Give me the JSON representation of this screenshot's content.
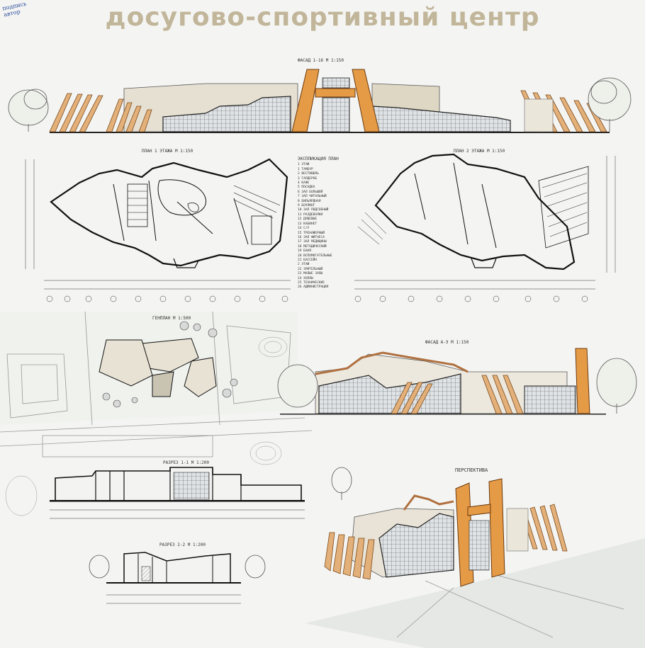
{
  "title": "досугово-спортивный центр",
  "labels": {
    "facade_1": "ФАСАД 1-16 М 1:150",
    "plan_1": "ПЛАН 1 ЭТАЖА М 1:150",
    "plan_2": "ПЛАН 2 ЭТАЖА М 1:150",
    "legend_title": "ЭКСПЛИКАЦИЯ ПЛАН",
    "genplan": "ГЕНПЛАН М 1:500",
    "facade_2": "ФАСАД А-Э М 1:150",
    "section_1": "РАЗРЕЗ 1-1 М 1:200",
    "section_2": "РАЗРЕЗ 2-2 М 1:200",
    "perspective": "ПЕРСПЕКТИВА"
  },
  "legend": [
    "1 ЭТАЖ",
    "1 ТАМБУР",
    "2 ВЕСТИБЮЛЬ",
    "3 ГАРДЕРОБ",
    "4 КАФЕ",
    "5 ПОСАДКА",
    "6 ЗАЛ БОЛЬШОЙ",
    "7 ЗАЛ ЧИТАЛЬНЫЙ",
    "8 БИЛЬЯРДНАЯ",
    "9 БОУЛИНГ",
    "10 ЗАЛ ПОДСОБНЫЙ",
    "11 РАЗДЕВАЛКИ",
    "12 ДУШЕВЫЕ",
    "13 КАБИНЕТ",
    "14 С/У",
    "15 ТРЕНАЖЕРНЫЙ",
    "16 ЗАЛ ФИТНЕСА",
    "17 ЗАЛ МЕДИЦИНЫ",
    "18 МЕТОДИЧЕСКИЙ",
    "19 БАНЯ",
    "20 ВСПОМОГАТЕЛЬНЫЕ",
    "21 БАССЕЙН",
    "2 ЭТАЖ",
    "22 ЗРИТЕЛЬНЫЙ",
    "23 МАЛЫЕ ЗАЛЫ",
    "24 ХОЛЛЫ",
    "25 ТЕХНИЧЕСКИЕ",
    "26 АДМИНИСТРАЦИЯ"
  ],
  "signature": [
    "подпись",
    "автор"
  ]
}
